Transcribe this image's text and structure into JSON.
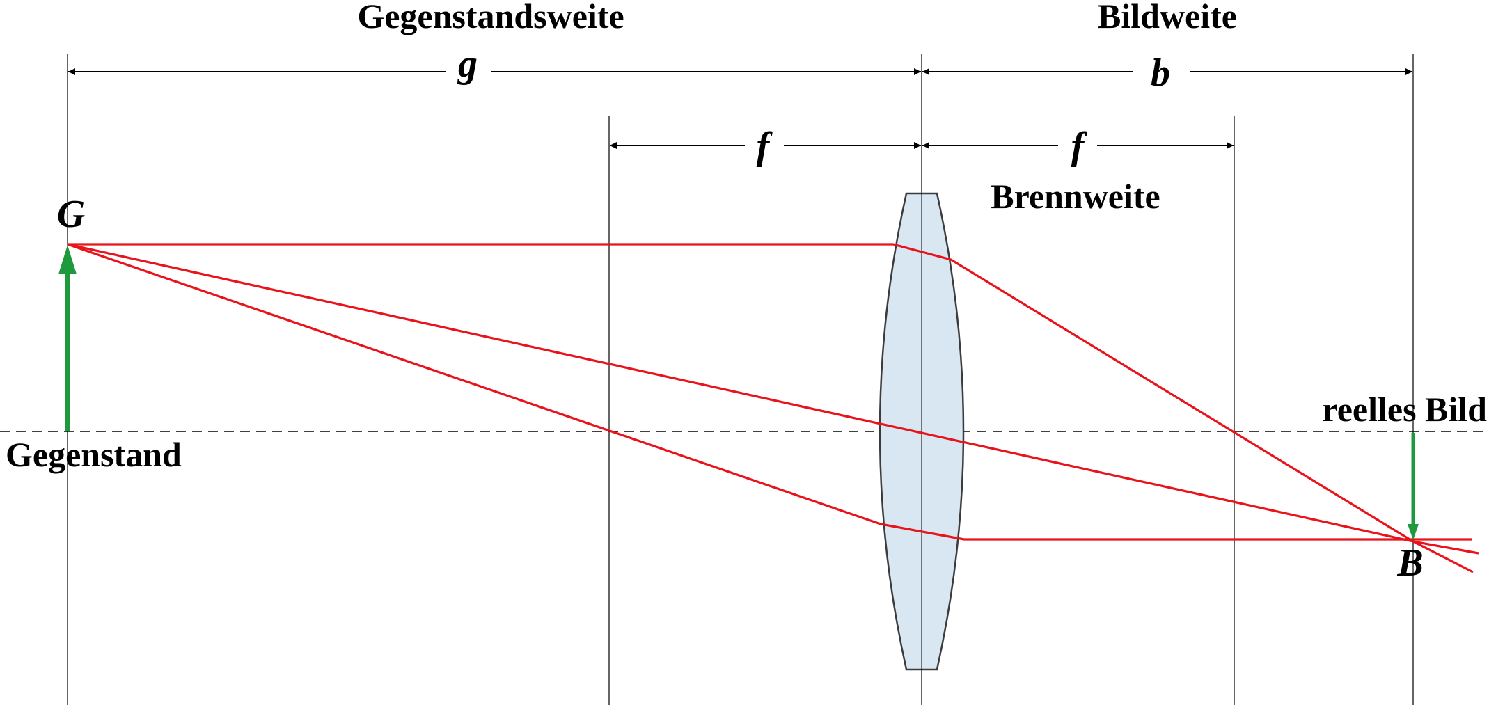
{
  "labels": {
    "object_distance": "Gegenstandsweite",
    "image_distance": "Bildweite",
    "focal_length": "Brennweite",
    "object": "Gegenstand",
    "real_image": "reelles Bild"
  },
  "symbols": {
    "g": "g",
    "b": "b",
    "f_left": "f",
    "f_right": "f",
    "G": "G",
    "B": "B"
  },
  "colors": {
    "ray": "#e8131b",
    "arrow": "#1e9a3c",
    "lens_fill": "#d8e7f1",
    "lens_stroke": "#3c3c3c",
    "line": "#000000"
  }
}
